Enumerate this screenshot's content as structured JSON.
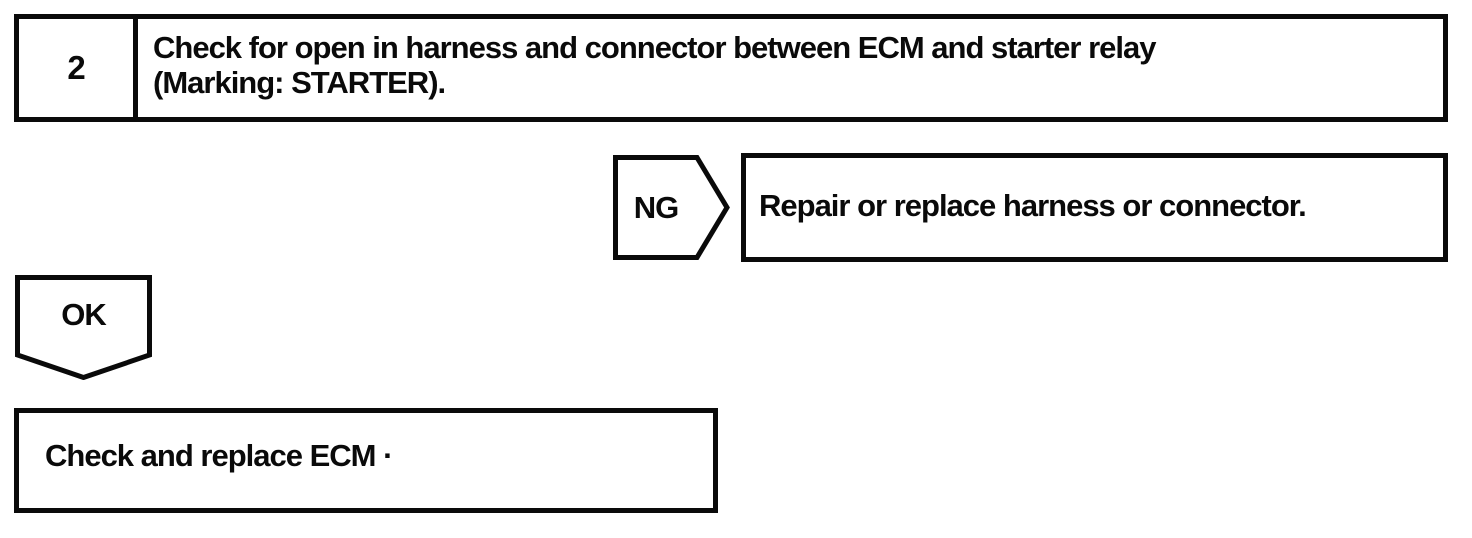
{
  "page": {
    "background_color": "#ffffff",
    "ink_color": "#0a0a0a"
  },
  "flowchart": {
    "step": {
      "number": "2",
      "instruction_lines": [
        "Check for open in harness and connector between ECM and starter relay",
        "(Marking: STARTER)."
      ]
    },
    "ng_branch": {
      "label": "NG",
      "action": "Repair or replace harness or connector."
    },
    "ok_branch": {
      "label": "OK",
      "action": "Check and replace ECM ·"
    }
  }
}
